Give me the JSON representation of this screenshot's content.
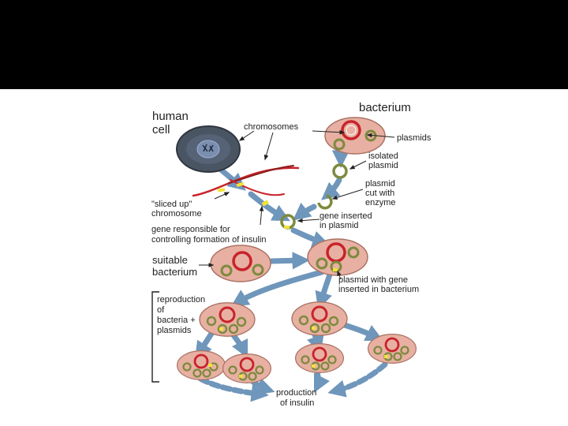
{
  "labels": {
    "human_cell": [
      "human",
      "cell"
    ],
    "bacterium": "bacterium",
    "chromosomes": "chromosomes",
    "plasmids": "plasmids",
    "isolated_plasmid": [
      "isolated",
      "plasmid"
    ],
    "plasmid_cut": [
      "plasmid",
      "cut with",
      "enzyme"
    ],
    "sliced_up": [
      "\"sliced up\"",
      "chromosome"
    ],
    "gene_inserted": [
      "gene inserted",
      "in plasmid"
    ],
    "gene_responsible": [
      "gene responsible for",
      "controlling formation of insulin"
    ],
    "suitable_bacterium": [
      "suitable",
      "bacterium"
    ],
    "plasmid_with_gene": [
      "plasmid with gene",
      "inserted in bacterium"
    ],
    "reproduction": [
      "reproduction",
      "of",
      "bacteria +",
      "plasmids"
    ],
    "production": [
      "production",
      "of insulin"
    ]
  },
  "colors": {
    "top_bar": "#000000",
    "arrow": "#6f96bb",
    "bacterium_fill": "#e7b0a2",
    "bacterium_edge": "#a97364",
    "chromosome_red": "#c8232a",
    "plasmid_green": "#7d8a3e",
    "gene_yellow": "#f2e23a",
    "cell_dark": "#4a5563"
  }
}
